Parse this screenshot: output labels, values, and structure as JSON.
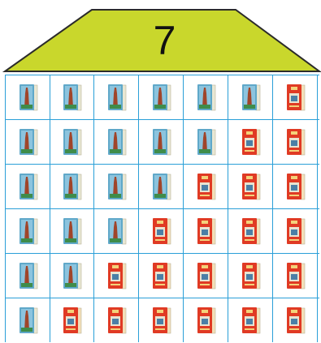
{
  "roof": {
    "number": "7",
    "fill_color": "#c9d72c",
    "stroke_color": "#2b2b2b"
  },
  "grid_line_color": "#2a9fd8",
  "book_types": {
    "blue": {
      "icon": "blue-book-icon",
      "cover_color": "#5fa8c9",
      "page_color": "#e9e7d3"
    },
    "red": {
      "icon": "red-book-icon",
      "cover_color": "#e03a24",
      "page_color": "#f3dfb8"
    }
  },
  "rows": [
    [
      "blue",
      "blue",
      "blue",
      "blue",
      "blue",
      "blue",
      "red"
    ],
    [
      "blue",
      "blue",
      "blue",
      "blue",
      "blue",
      "red",
      "red"
    ],
    [
      "blue",
      "blue",
      "blue",
      "blue",
      "red",
      "red",
      "red"
    ],
    [
      "blue",
      "blue",
      "blue",
      "red",
      "red",
      "red",
      "red"
    ],
    [
      "blue",
      "blue",
      "red",
      "red",
      "red",
      "red",
      "red"
    ],
    [
      "blue",
      "red",
      "red",
      "red",
      "red",
      "red",
      "red"
    ]
  ]
}
